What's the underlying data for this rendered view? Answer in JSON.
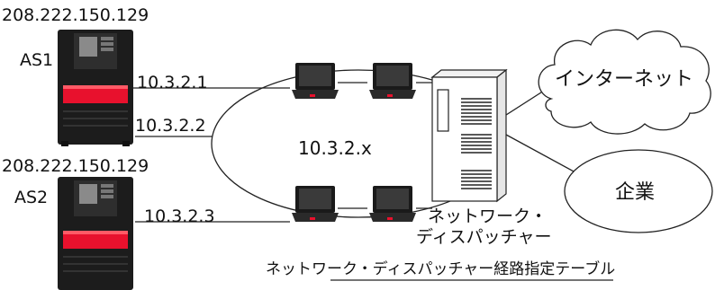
{
  "labels": {
    "ip_top": "208.222.150.129",
    "ip_bottom": "208.222.150.129",
    "server1": "AS1",
    "server2": "AS2",
    "addr1": "10.3.2.1",
    "addr2": "10.3.2.2",
    "addr3": "10.3.2.3",
    "subnet": "10.3.2.x",
    "internet": "インターネット",
    "corporate": "企業",
    "dispatcher_line1": "ネットワーク・",
    "dispatcher_line2": "ディスパッチャー",
    "routing_table": "ネットワーク・ディスパッチャー経路指定テーブル"
  },
  "icons": {
    "server": "server-icon",
    "laptop": "laptop-icon",
    "dispatcher": "dispatcher-server-icon",
    "cloud": "cloud-icon",
    "ellipse": "network-ellipse-icon"
  },
  "colors": {
    "server_red": "#e8112d",
    "server_body": "#1c1c1c",
    "line": "#222222"
  }
}
